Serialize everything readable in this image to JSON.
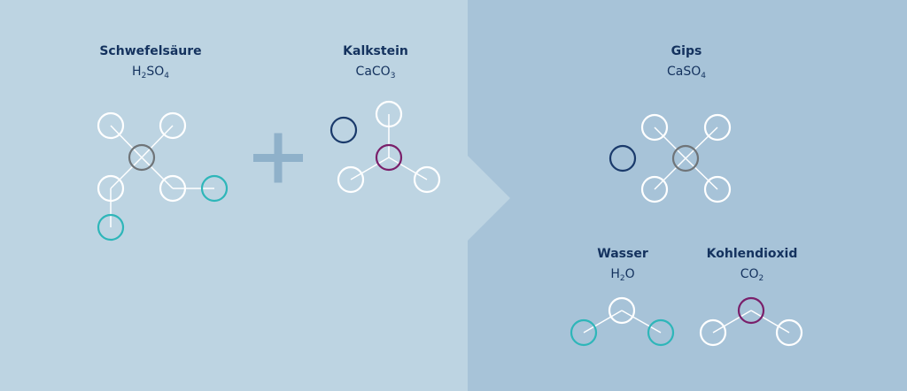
{
  "colors": {
    "left_bg": "#bdd4e2",
    "right_bg": "#a7c3d8",
    "plus": "#8fb1ca",
    "bond": "#ffffff",
    "white_atom": "#ffffff",
    "sulfur": "#6f7478",
    "calcium": "#1a3a6b",
    "carbon": "#7a1f6a",
    "hydrogen": "#2eb6b9",
    "text": "#14325e"
  },
  "compounds": {
    "schwefelsaeure": {
      "name": "Schwefelsäure",
      "f1": "H",
      "s1": "2",
      "f2": "SO",
      "s2": "4"
    },
    "kalkstein": {
      "name": "Kalkstein",
      "f1": "CaCO",
      "s1": "3"
    },
    "gips": {
      "name": "Gips",
      "f1": "CaSO",
      "s1": "4"
    },
    "wasser": {
      "name": "Wasser",
      "f1": "H",
      "s1": "2",
      "f2": "O"
    },
    "kohlendioxid": {
      "name": "Kohlendioxid",
      "f1": "CO",
      "s1": "2"
    }
  }
}
